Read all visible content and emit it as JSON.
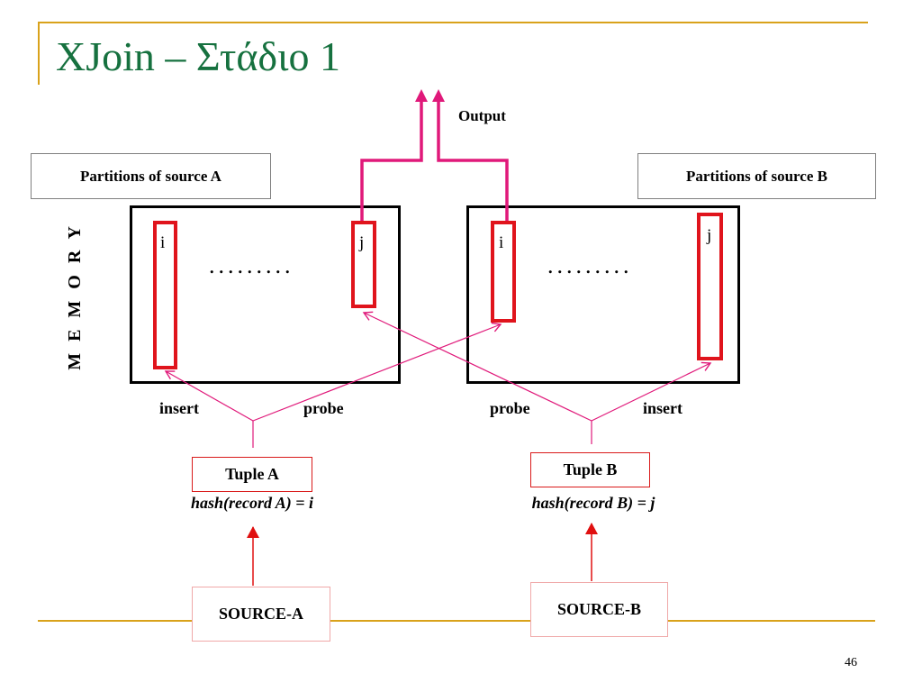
{
  "slide": {
    "title": "XJoin – Στάδιο 1",
    "page_number": "46"
  },
  "diagram": {
    "output_label": "Output",
    "memory_label": "M E M O R Y",
    "partitions_a_label": "Partitions of source A",
    "partitions_b_label": "Partitions of source B",
    "dots": ".........",
    "bucket_a_i": "i",
    "bucket_a_j": "j",
    "bucket_b_i": "i",
    "bucket_b_j": "j",
    "insert_a": "insert",
    "probe_a": "probe",
    "probe_b": "probe",
    "insert_b": "insert",
    "tuple_a": "Tuple A",
    "tuple_b": "Tuple B",
    "hash_a": "hash(record A) = i",
    "hash_b": "hash(record B) = j",
    "source_a": "SOURCE-A",
    "source_b": "SOURCE-B"
  },
  "colors": {
    "title": "#16713f",
    "rule": "#d9a21b",
    "output_line": "#e0197a",
    "insert_probe_line": "#e0197a",
    "source_arrow": "#e01010",
    "bucket": "#e0141c"
  }
}
